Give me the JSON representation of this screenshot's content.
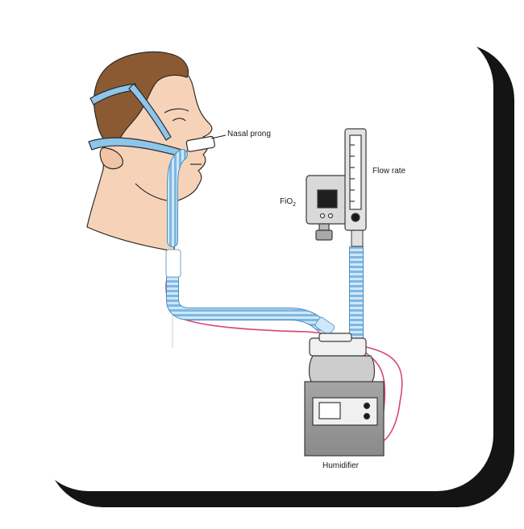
{
  "labels": {
    "nasal_prong": "Nasal prong",
    "flow_rate": "Flow rate",
    "fio2_main": "FiO",
    "fio2_sub": "2",
    "humidifier": "Humidifier"
  },
  "colors": {
    "card_shadow": "#141414",
    "card": "#ffffff",
    "skin": "#f6d3b8",
    "hair": "#8c5a32",
    "strap": "#8ec5ea",
    "tube": "#a9d3f0",
    "wire": "#d6477a",
    "device_gray": "#d9d9d9",
    "humidifier_gray": "#9a9a9a"
  }
}
